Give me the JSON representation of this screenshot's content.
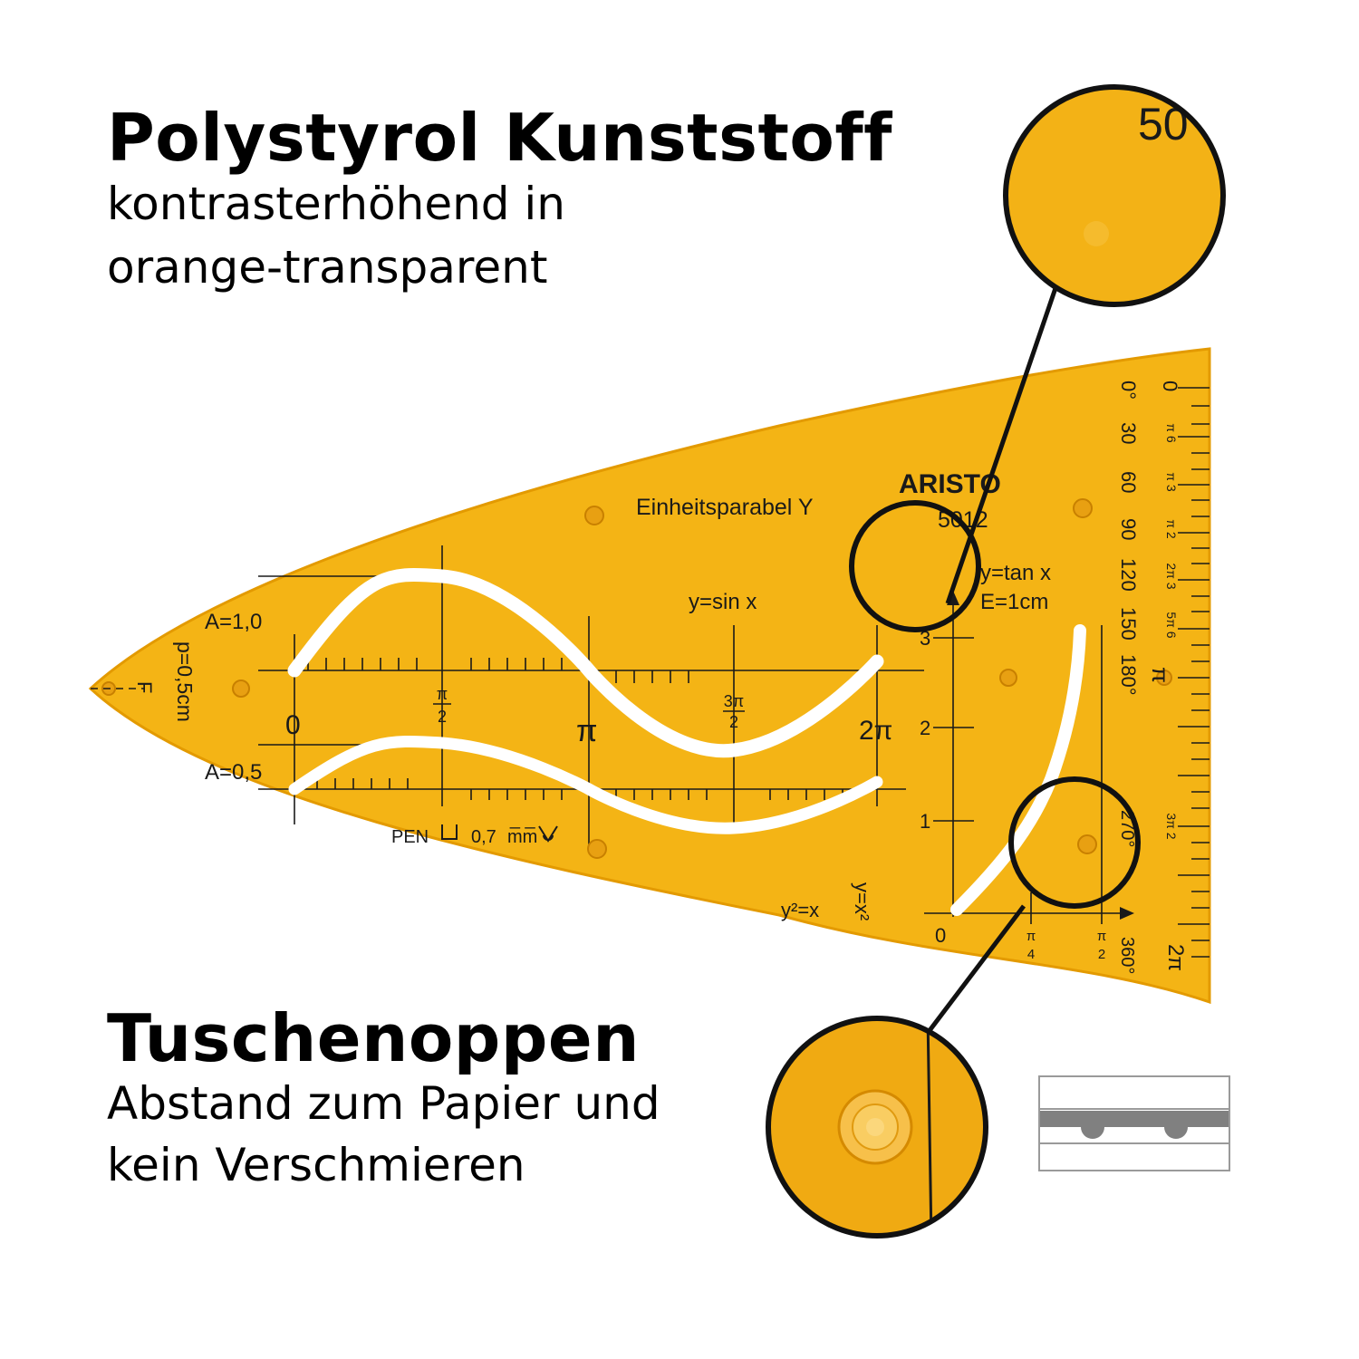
{
  "colors": {
    "template_fill": "#f4b415",
    "template_edge": "#e39a00",
    "slot": "#ffffff",
    "ink": "#1a1a1a",
    "callout_line": "#111111",
    "diagram_gray": "#808080",
    "diagram_outline": "#9a9a9a"
  },
  "feature_top": {
    "title": "Polystyrol Kunststoff",
    "lines": [
      "kontrasterhöhend in",
      "orange-transparent"
    ]
  },
  "feature_bottom": {
    "title": "Tuschenoppen",
    "lines": [
      "Abstand zum Papier und",
      "kein Verschmieren"
    ]
  },
  "template": {
    "brand": "ARISTO",
    "model": "5012",
    "label_parabola": "Einheitsparabel Y",
    "label_sin": "y=sin x",
    "label_tan_1": "y=tan x",
    "label_tan_2": "E=1cm",
    "label_amp_1": "A=1,0",
    "label_amp_2": "A=0,5",
    "label_p": "p=0,5cm",
    "label_f": "F",
    "label_pen_prefix": "PEN",
    "label_pen_size": "0,7",
    "label_pen_unit": "m̅m̅",
    "label_y2x": "y²=x",
    "label_yx2": "y=x²",
    "x_ticks": [
      "0",
      "π",
      "2π"
    ],
    "x_ticks_frac": [
      {
        "num": "π",
        "den": "2"
      },
      {
        "num": "3π",
        "den": "2"
      }
    ],
    "tan_y_ticks": [
      "3",
      "2",
      "1",
      "0"
    ],
    "tan_x_ticks": [
      {
        "num": "π",
        "den": "4"
      },
      {
        "num": "π",
        "den": "2"
      }
    ],
    "degree_labels": [
      "0°",
      "30",
      "60",
      "90",
      "120",
      "150",
      "180°"
    ],
    "radian_labels_top": "0",
    "radian_fracs": [
      {
        "num": "π",
        "den": "6"
      },
      {
        "num": "π",
        "den": "3"
      },
      {
        "num": "π",
        "den": "2"
      },
      {
        "num": "2π",
        "den": "3"
      },
      {
        "num": "5π",
        "den": "6"
      }
    ],
    "radian_pi": "π",
    "radian_3pi2": {
      "num": "3π",
      "den": "2"
    },
    "label_270": "270°",
    "label_360": "360°",
    "label_2pi_end": "2π"
  },
  "zoom_top": {
    "text": "50"
  },
  "icons": {
    "zoom_top": "magnifier-callout-icon",
    "zoom_bottom": "ink-nub-closeup-icon",
    "diagram": "nub-spacing-diagram-icon"
  }
}
